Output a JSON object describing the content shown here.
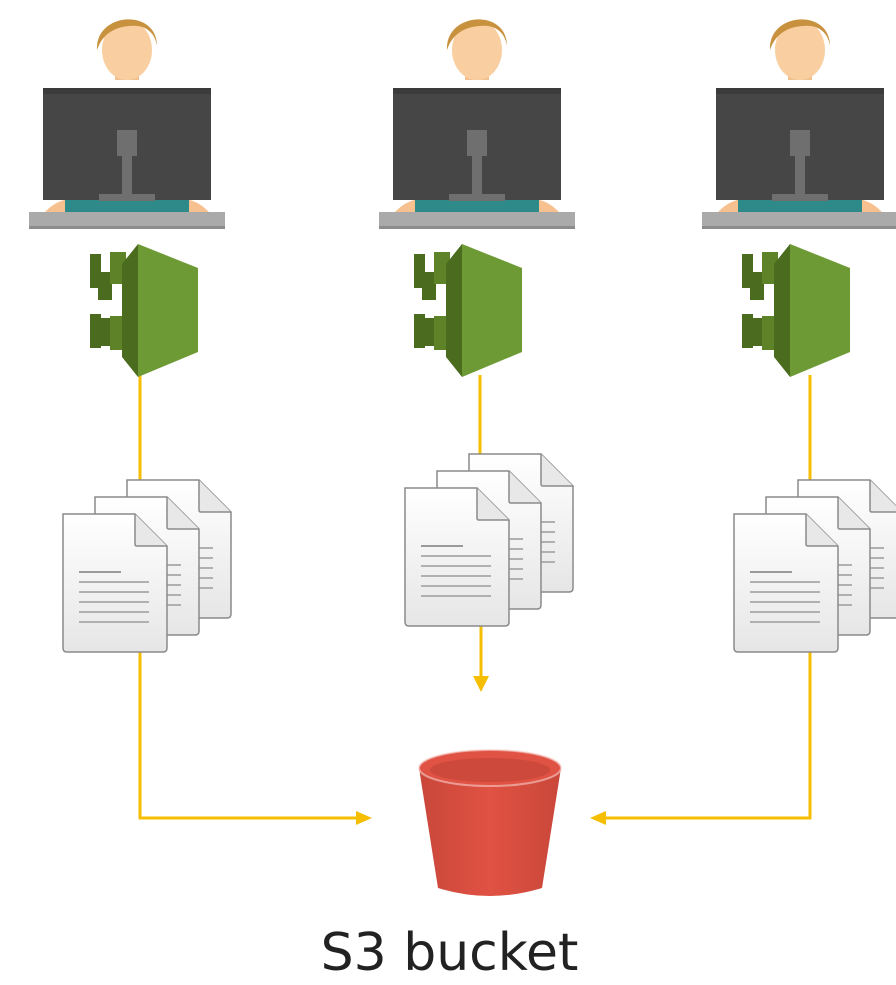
{
  "users": [
    {
      "id": "user-1"
    },
    {
      "id": "user-2"
    },
    {
      "id": "user-3"
    }
  ],
  "bucket": {
    "label": "S3 bucket",
    "icon": "s3-bucket-icon"
  },
  "icons": {
    "user": "user-at-computer-icon",
    "gateway": "green-service-icon",
    "documents": "document-stack-icon"
  },
  "colors": {
    "connector": "#F5BE00",
    "bucket": "#E05243",
    "gateway_dark": "#4B6C1F",
    "gateway_light": "#6E9A36",
    "monitor": "#464646"
  }
}
